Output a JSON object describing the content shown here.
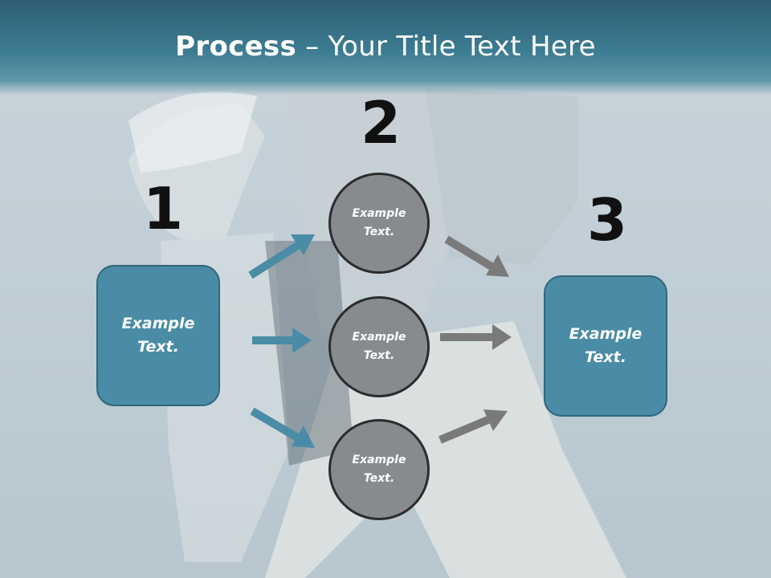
{
  "slide": {
    "title_bold": "Process",
    "title_rest": " – Your Title Text Here"
  },
  "steps": {
    "one": "1",
    "two": "2",
    "three": "3"
  },
  "left_box": {
    "text": "Example Text."
  },
  "right_box": {
    "text": "Example Text."
  },
  "circles": [
    {
      "text": "Example Text."
    },
    {
      "text": "Example Text."
    },
    {
      "text": "Example Text."
    }
  ],
  "colors": {
    "header": "#3d7d93",
    "box_fill": "#4a8ca5",
    "circle_fill": "#878b90",
    "arrow_blue": "#4a8ca5",
    "arrow_gray": "#7a7a7a"
  }
}
